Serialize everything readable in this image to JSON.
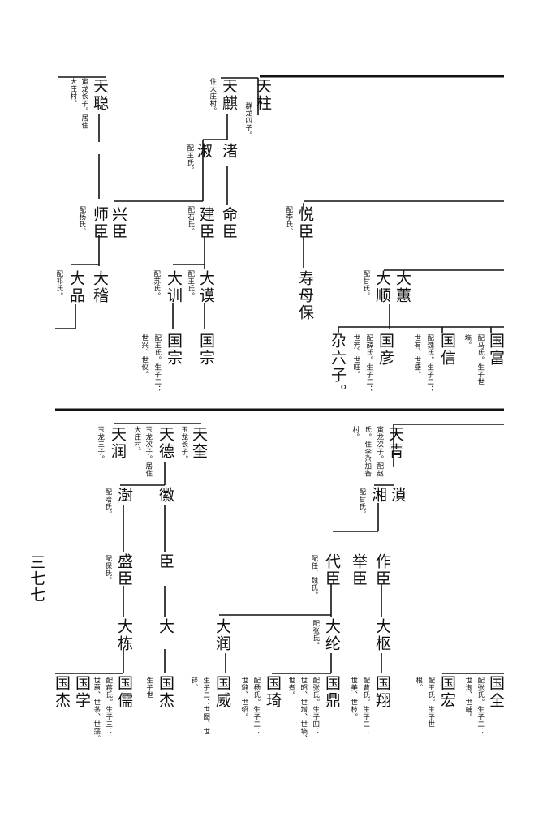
{
  "page_number": "三七七",
  "upper": {
    "names": {
      "tianzhu": "天柱",
      "tianqi": "天麒",
      "tiancong": "天聪",
      "xu": "渚",
      "shu": "淑",
      "mingchen": "命臣",
      "jianchen": "建臣",
      "xingchen": "兴臣",
      "shichen": "师臣",
      "yuechen": "悦臣",
      "damo": "大谟",
      "daxun": "大训",
      "daji": "大稽",
      "dapin": "大品",
      "dahui": "大蕙",
      "dashun": "大顺",
      "shoumubao": "寿母保",
      "guozong_a": "国宗",
      "guozong_b": "国宗",
      "guoyan": "国彦",
      "guoxin": "国信",
      "guofu": "国富",
      "liuzi": "尕六子。"
    },
    "notes": {
      "tianzhu": "群龙四子。",
      "tianqi": "住大庄村。",
      "tiancong_1": "寅龙长子。居住",
      "tiancong_2": "大庄村。",
      "shu": "配王氏。",
      "jianchen": "配石氏。",
      "shichen": "配杨氏。",
      "yuechen": "配李氏。",
      "damo": "配王氏。",
      "daxun": "配苏氏。",
      "dapin": "配祁氏。",
      "dashun": "配甘氏。",
      "guozong_1": "配王氏。生子二：",
      "guozong_2": "世兴、世仪。",
      "guoyan_1": "配薛氏。生子二：",
      "guoyan_2": "世芳、世旺。",
      "guoxin_1": "配魏氏。生子二：",
      "guoxin_2": "世有、世盛。",
      "guofu_1": "配马氏。生子世",
      "guofu_2": "墒。"
    }
  },
  "lower": {
    "names": {
      "tiankui": "天奎",
      "tiande": "天德",
      "tianrun": "天润",
      "tianqing": "天青",
      "hui": "徽",
      "shu2": "澍",
      "zhen": "溑",
      "xiang": "湘",
      "chen": "臣",
      "shengchen": "盛臣",
      "zuochen": "作臣",
      "juchen": "举臣",
      "daichen": "代臣",
      "da": "大",
      "dadong": "大栋",
      "dashu": "大枢",
      "dalun": "大纶",
      "darun": "大润",
      "guojie_a": "国杰",
      "guoru": "国儒",
      "guoxue": "国学",
      "guojie_b": "国杰",
      "guoxiang": "国翔",
      "guoding": "国鼎",
      "guoqi": "国琦",
      "guowei": "国威",
      "guoquan": "国全",
      "guohong": "国宏"
    },
    "notes": {
      "tiankui": "玉龙长子。",
      "tiande_1": "玉龙次子。居住",
      "tiande_2": "大庄村。",
      "tianrun": "玉龙三子。",
      "tianqing_1": "寅龙次子。配赵",
      "tianqing_2": "氏。住李尕加备",
      "tianqing_3": "村。",
      "shu2": "配哈氏。",
      "xiang": "配甘氏。",
      "shengchen": "配保氏。",
      "daichen": "配任、魏氏。",
      "dalun": "配张氏。",
      "guojie_a": "生子世",
      "guoru_1": "配蒋氏。生子三：",
      "guoru_2": "世蕙、世茅、世藻。",
      "guoxiang_1": "配曹氏。生子二：",
      "guoxiang_2": "世美、世枝。",
      "guoding_1": "配张氏。生子四：",
      "guoding_2": "世昭、世增、世墒、",
      "guoding_3": "世煮。",
      "guoqi_1": "配杨氏。生子二：",
      "guoqi_2": "世璐、世绍。",
      "guowei_1": "生子二：世图、世",
      "guowei_2": "铎。",
      "guoquan_1": "配张氏。生子二：",
      "guoquan_2": "世洵、世輔。",
      "guohong_1": "配王氏。生子世",
      "guohong_2": "根。"
    }
  }
}
